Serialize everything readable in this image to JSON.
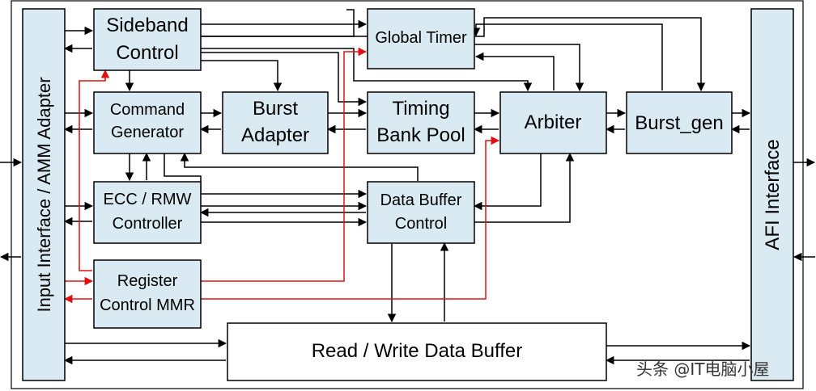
{
  "blocks": {
    "input_interface": "Input Interface / AMM Adapter",
    "sideband_control": [
      "Sideband",
      "Control"
    ],
    "command_generator": [
      "Command",
      "Generator"
    ],
    "ecc_rmw": [
      "ECC / RMW",
      "Controller"
    ],
    "register_control": [
      "Register",
      "Control MMR"
    ],
    "burst_adapter": [
      "Burst",
      "Adapter"
    ],
    "global_timer": "Global Timer",
    "timing_bank_pool": [
      "Timing",
      "Bank Pool"
    ],
    "data_buffer_control": [
      "Data Buffer",
      "Control"
    ],
    "arbiter": "Arbiter",
    "burst_gen": "Burst_gen",
    "rw_data_buffer": "Read / Write Data Buffer",
    "afi_interface": "AFI Interface"
  },
  "watermark": "头条 @IT电脑小屋",
  "colors": {
    "block_fill": "#d9eaf2",
    "line": "#000000",
    "register_path": "#e01010"
  }
}
